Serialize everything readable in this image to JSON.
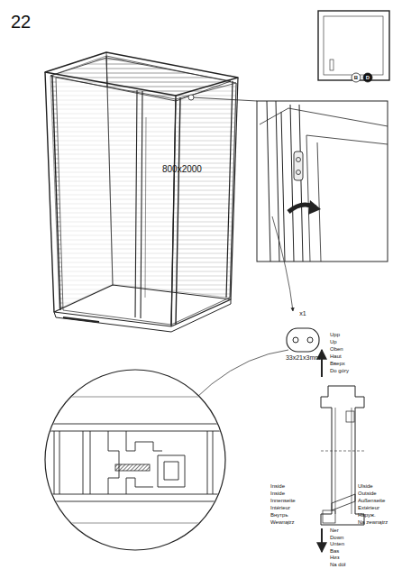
{
  "diagram": {
    "labels": [
      "22",
      "B",
      "D",
      "800x2000",
      "x1",
      "33x21x3mm",
      "Upp",
      "Up",
      "Oben",
      "Haut",
      "Вверх",
      "Do góry",
      "Inside",
      "Inside",
      "Innenseite",
      "Intérieur",
      "Внутрь",
      "Wewnątrz",
      "Ulside",
      "Outside",
      "Außenseite",
      "Extérieur",
      "Наруж.",
      "Na zewnątrz",
      "Ner",
      "Down",
      "Unten",
      "Bas",
      "Низ",
      "Na dół"
    ]
  }
}
